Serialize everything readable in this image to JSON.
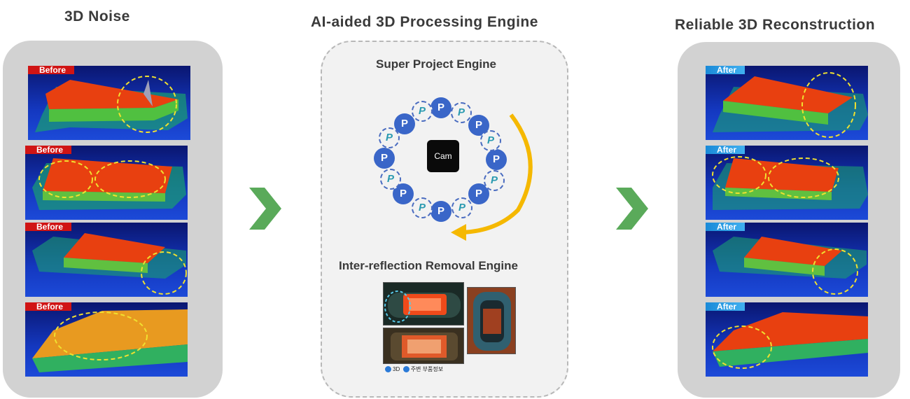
{
  "titles": {
    "left": "3D Noise",
    "middle": "AI-aided 3D Processing Engine",
    "right": "Reliable 3D Reconstruction"
  },
  "left_panel": {
    "tiles": [
      {
        "tag": "Before"
      },
      {
        "tag": "Before"
      },
      {
        "tag": "Before"
      },
      {
        "tag": "Before"
      }
    ]
  },
  "right_panel": {
    "tiles": [
      {
        "tag": "After"
      },
      {
        "tag": "After"
      },
      {
        "tag": "After"
      },
      {
        "tag": "After"
      }
    ]
  },
  "engine": {
    "super_project_title": "Super Project Engine",
    "camera_label": "Cam",
    "projector_label": "P",
    "inter_reflection_title": "Inter-reflection Removal Engine",
    "legend_3d": "3D",
    "legend_parts": "주변 부품정보"
  },
  "colors": {
    "arrow_green": "#5aaa5a",
    "rotation_arrow": "#f5b800",
    "before_tag": "#d01414",
    "after_tag": "#1a8ad8",
    "highlight_ellipse": "#f0e030"
  }
}
